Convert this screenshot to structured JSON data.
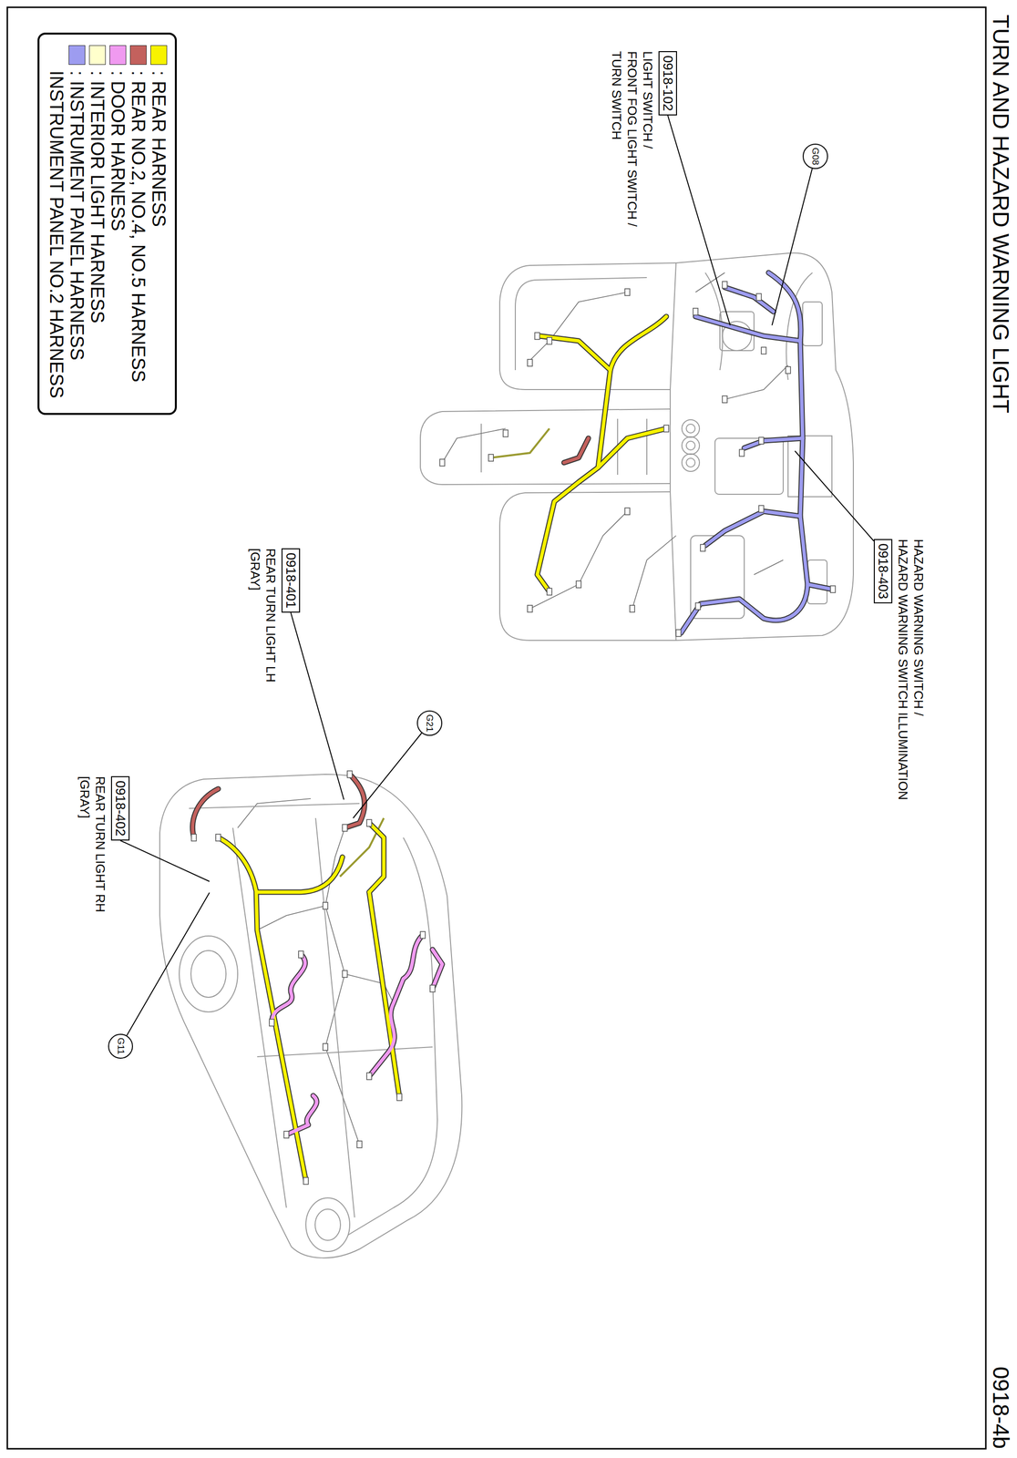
{
  "diagram": {
    "title": "TURN AND HAZARD WARNING LIGHT",
    "nodes": [
      {
        "text": [
          "0918-102",
          "LIGHT SWITCH / FRONT FOG LIGHT SWITCH / TURN SWITCH"
        ]
      },
      {
        "text": [
          "G08"
        ]
      },
      {
        "text": [
          "0918-403",
          "HAZARD WARNING SWITCH / HAZARD WARNING SWITCH ILLUMINATION"
        ]
      },
      {
        "text": [
          "0918-401",
          "REAR TURN LIGHT LH [GRAY]"
        ]
      },
      {
        "text": [
          "G21"
        ]
      },
      {
        "text": [
          "0918-402",
          "REAR TURN LIGHT RH [GRAY]"
        ]
      },
      {
        "text": [
          "G11"
        ]
      }
    ],
    "labels": [
      "0918-4b"
    ],
    "legend": [
      {
        "text": ": REAR HARNESS",
        "color": "#f7f200"
      },
      {
        "text": ": REAR NO.2, NO.4, NO.5 HARNESS",
        "color": "#c3615d"
      },
      {
        "text": ": DOOR HARNESS",
        "color": "#f09af0"
      },
      {
        "text": ": INTERIOR LIGHT HARNESS",
        "color": "#ffffcc"
      },
      {
        "text": ": INSTRUMENT PANEL HARNESS INSTRUMENT PANEL NO.2 HARNESS",
        "color": "#9d9cf0"
      }
    ]
  }
}
